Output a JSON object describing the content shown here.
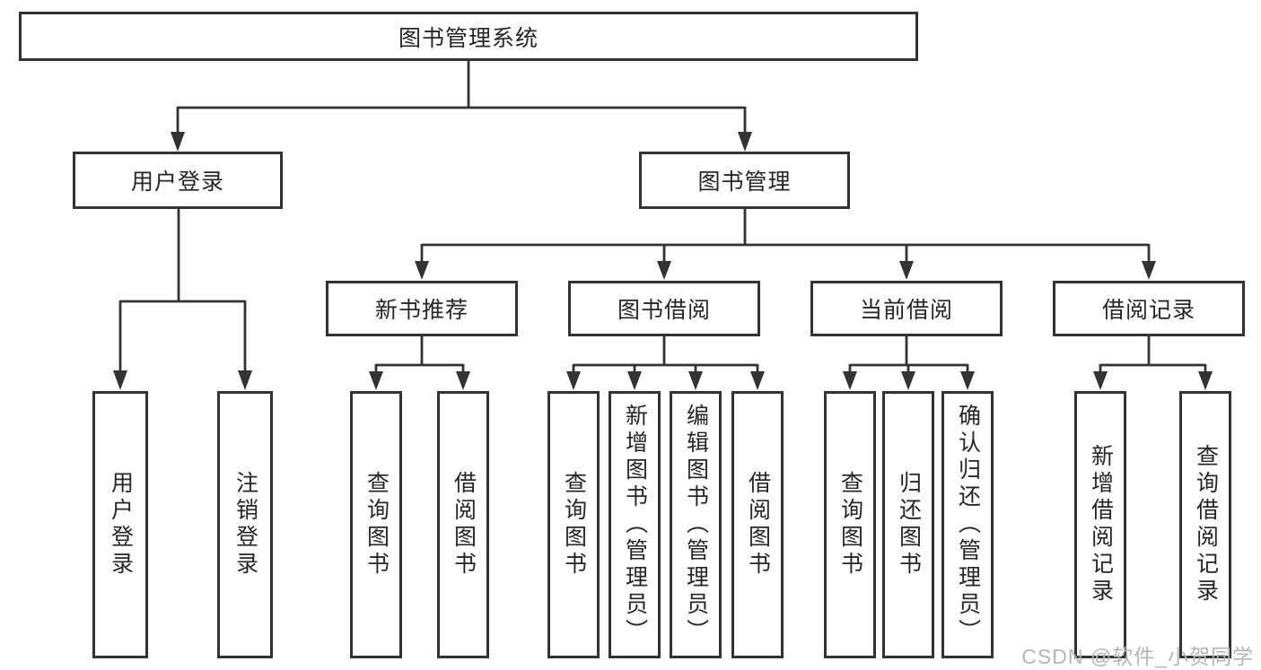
{
  "tree": {
    "label": "图书管理系统",
    "children": [
      {
        "label": "用户登录",
        "children": [
          {
            "label": "用户登录"
          },
          {
            "label": "注销登录"
          }
        ]
      },
      {
        "label": "图书管理",
        "children": [
          {
            "label": "新书推荐",
            "children": [
              {
                "label": "查询图书"
              },
              {
                "label": "借阅图书"
              }
            ]
          },
          {
            "label": "图书借阅",
            "children": [
              {
                "label": "查询图书"
              },
              {
                "label": "新增图书（管理员）"
              },
              {
                "label": "编辑图书（管理员）"
              },
              {
                "label": "借阅图书"
              }
            ]
          },
          {
            "label": "当前借阅",
            "children": [
              {
                "label": "查询图书"
              },
              {
                "label": "归还图书"
              },
              {
                "label": "确认归还（管理员）"
              }
            ]
          },
          {
            "label": "借阅记录",
            "children": [
              {
                "label": "新增借阅记录"
              },
              {
                "label": "查询借阅记录"
              }
            ]
          }
        ]
      }
    ]
  },
  "watermark": {
    "text": "CSDN @软件_小贺同学"
  },
  "colors": {
    "line": "#333333",
    "text": "#262626",
    "watermark": "#b5b5b5",
    "background": "#ffffff"
  }
}
